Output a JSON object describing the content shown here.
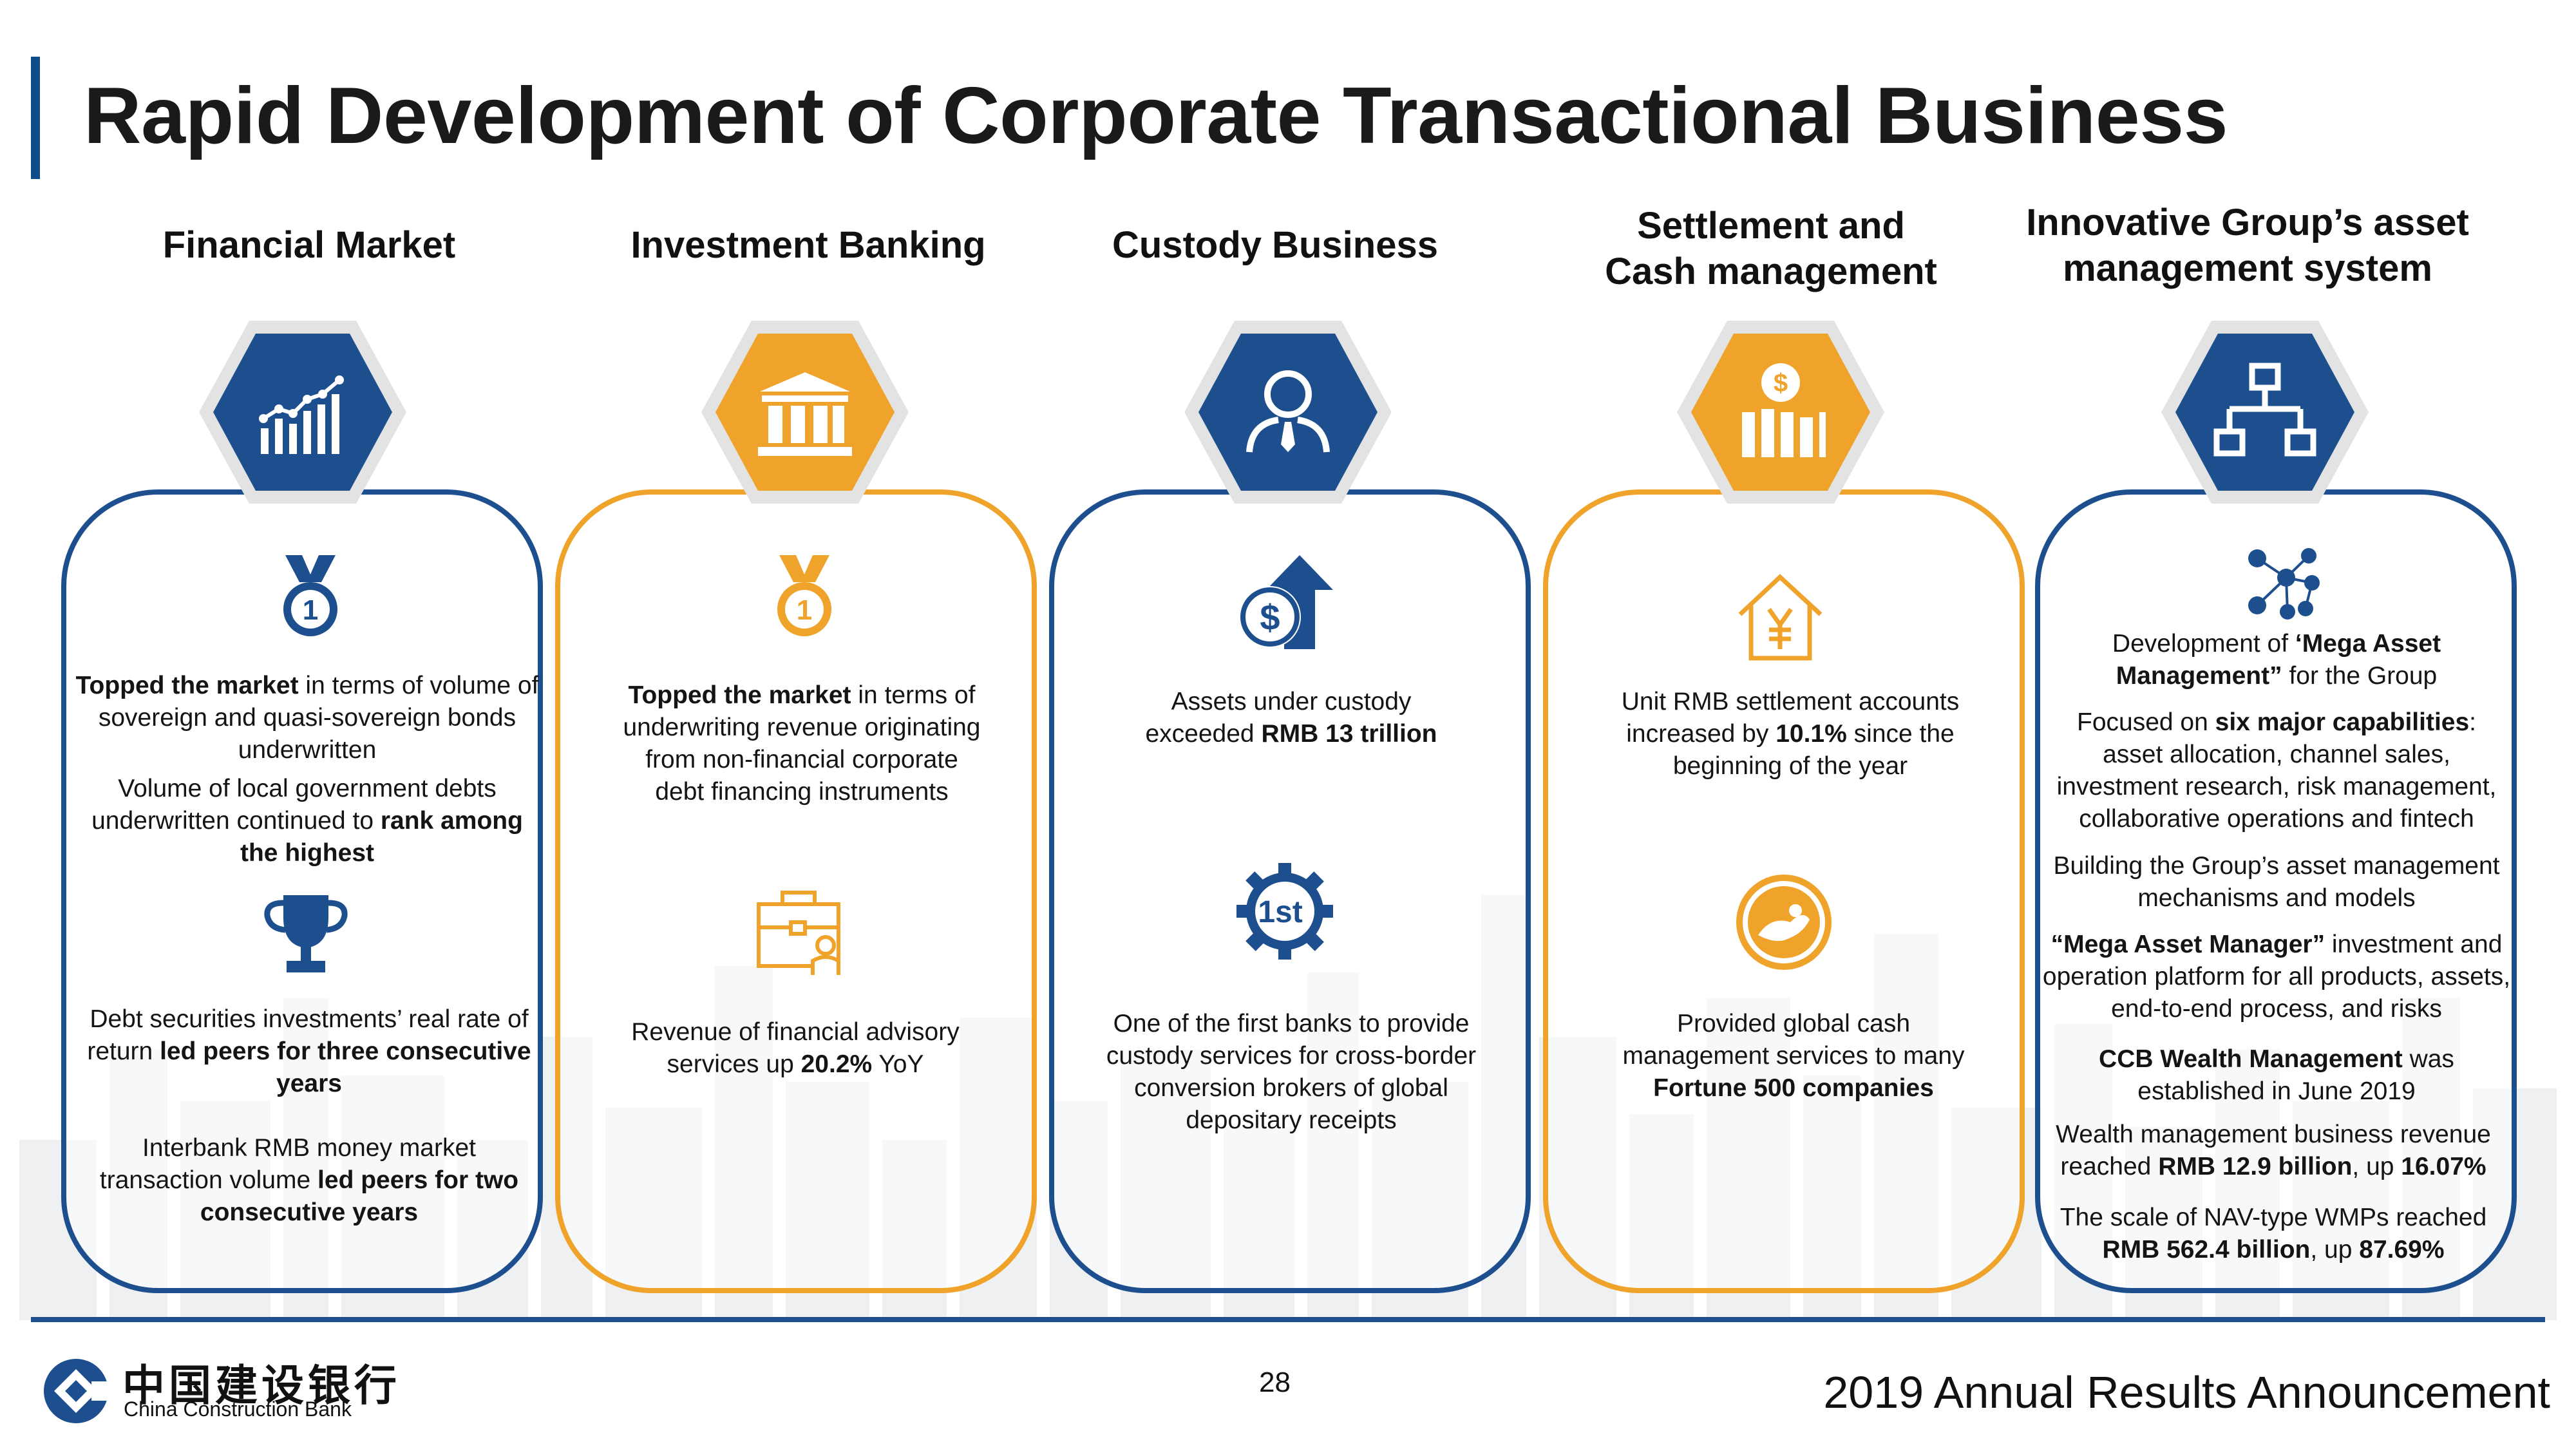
{
  "title": "Rapid Development of Corporate Transactional Business",
  "colors": {
    "navy": "#1d4f8f",
    "orange": "#f0a32a",
    "light_gray": "#e6e6e6"
  },
  "columns": [
    {
      "title_lines": [
        "Financial Market"
      ],
      "hex_color": "navy",
      "hex_icon": "bar-chart-trend-icon",
      "blocks": [
        {
          "icon": "medal-number-one-icon"
        },
        {
          "bold": "Topped the market",
          "text": " in terms of volume of  sovereign and quasi-sovereign bonds underwritten"
        },
        {
          "text": "Volume of local government debts underwritten continued to ",
          "bold": "rank among the highest"
        },
        {
          "icon": "trophy-icon"
        },
        {
          "text": "Debt securities investments’ real rate of return ",
          "bold": "led peers for three consecutive years"
        },
        {
          "text": "Interbank RMB money market transaction volume ",
          "bold": "led peers for two consecutive years"
        }
      ]
    },
    {
      "title_lines": [
        "Investment Banking"
      ],
      "hex_color": "orange",
      "hex_icon": "bank-building-icon",
      "blocks": [
        {
          "icon": "medal-number-one-icon"
        },
        {
          "bold": "Topped the market",
          "text": " in terms of underwriting revenue originating from non-financial corporate debt financing instruments"
        },
        {
          "icon": "briefcase-advisor-icon"
        },
        {
          "text": "Revenue of financial advisory services up ",
          "bold": "20.2%",
          "tail": " YoY"
        }
      ]
    },
    {
      "title_lines": [
        "Custody Business"
      ],
      "hex_color": "navy",
      "hex_icon": "custodian-person-icon",
      "blocks": [
        {
          "icon": "dollar-up-arrow-icon"
        },
        {
          "text": "Assets under custody exceeded ",
          "bold": "RMB 13 trillion"
        },
        {
          "icon": "first-gear-badge-icon",
          "label": "1st"
        },
        {
          "text": "One of the first banks to provide custody services for cross-border conversion brokers of global depositary receipts"
        }
      ]
    },
    {
      "title_lines": [
        "Settlement and",
        "Cash management"
      ],
      "hex_color": "orange",
      "hex_icon": "dollar-bars-icon",
      "blocks": [
        {
          "icon": "yuan-house-icon"
        },
        {
          "text": "Unit RMB settlement accounts increased by ",
          "bold": "10.1%",
          "tail": " since the beginning of the year"
        },
        {
          "icon": "global-hand-icon"
        },
        {
          "text": "Provided global cash management services to many ",
          "bold": "Fortune 500 companies"
        }
      ]
    },
    {
      "title_lines": [
        "Innovative Group’s asset",
        "management system"
      ],
      "hex_color": "navy",
      "hex_icon": "org-hierarchy-icon",
      "blocks": [
        {
          "icon": "network-nodes-icon"
        },
        {
          "text": "Development of ",
          "bold": "‘Mega Asset Management”",
          "tail": " for the Group"
        },
        {
          "text": "Focused on ",
          "bold": "six major capabilities",
          "tail": ": asset allocation, channel sales, investment research, risk management, collaborative operations and fintech"
        },
        {
          "text": "Building the Group’s asset management mechanisms and models"
        },
        {
          "bold": "“Mega Asset Manager”",
          "text": " investment and operation platform for all products, assets, end-to-end process, and risks"
        },
        {
          "bold": "CCB Wealth Management",
          "text": " was established in June 2019"
        },
        {
          "text": "Wealth management business revenue reached ",
          "bold": "RMB 12.9 billion",
          "tail": ", up ",
          "bold2": "16.07%"
        },
        {
          "text": "The scale of NAV-type WMPs reached ",
          "bold": "RMB 562.4 billion",
          "tail": ", up ",
          "bold2": "87.69%"
        }
      ]
    }
  ],
  "footer": {
    "bank_name_cn": "中国建设银行",
    "bank_name_en": "China Construction Bank",
    "page_number": "28",
    "report_title": "2019 Annual Results Announcement"
  }
}
